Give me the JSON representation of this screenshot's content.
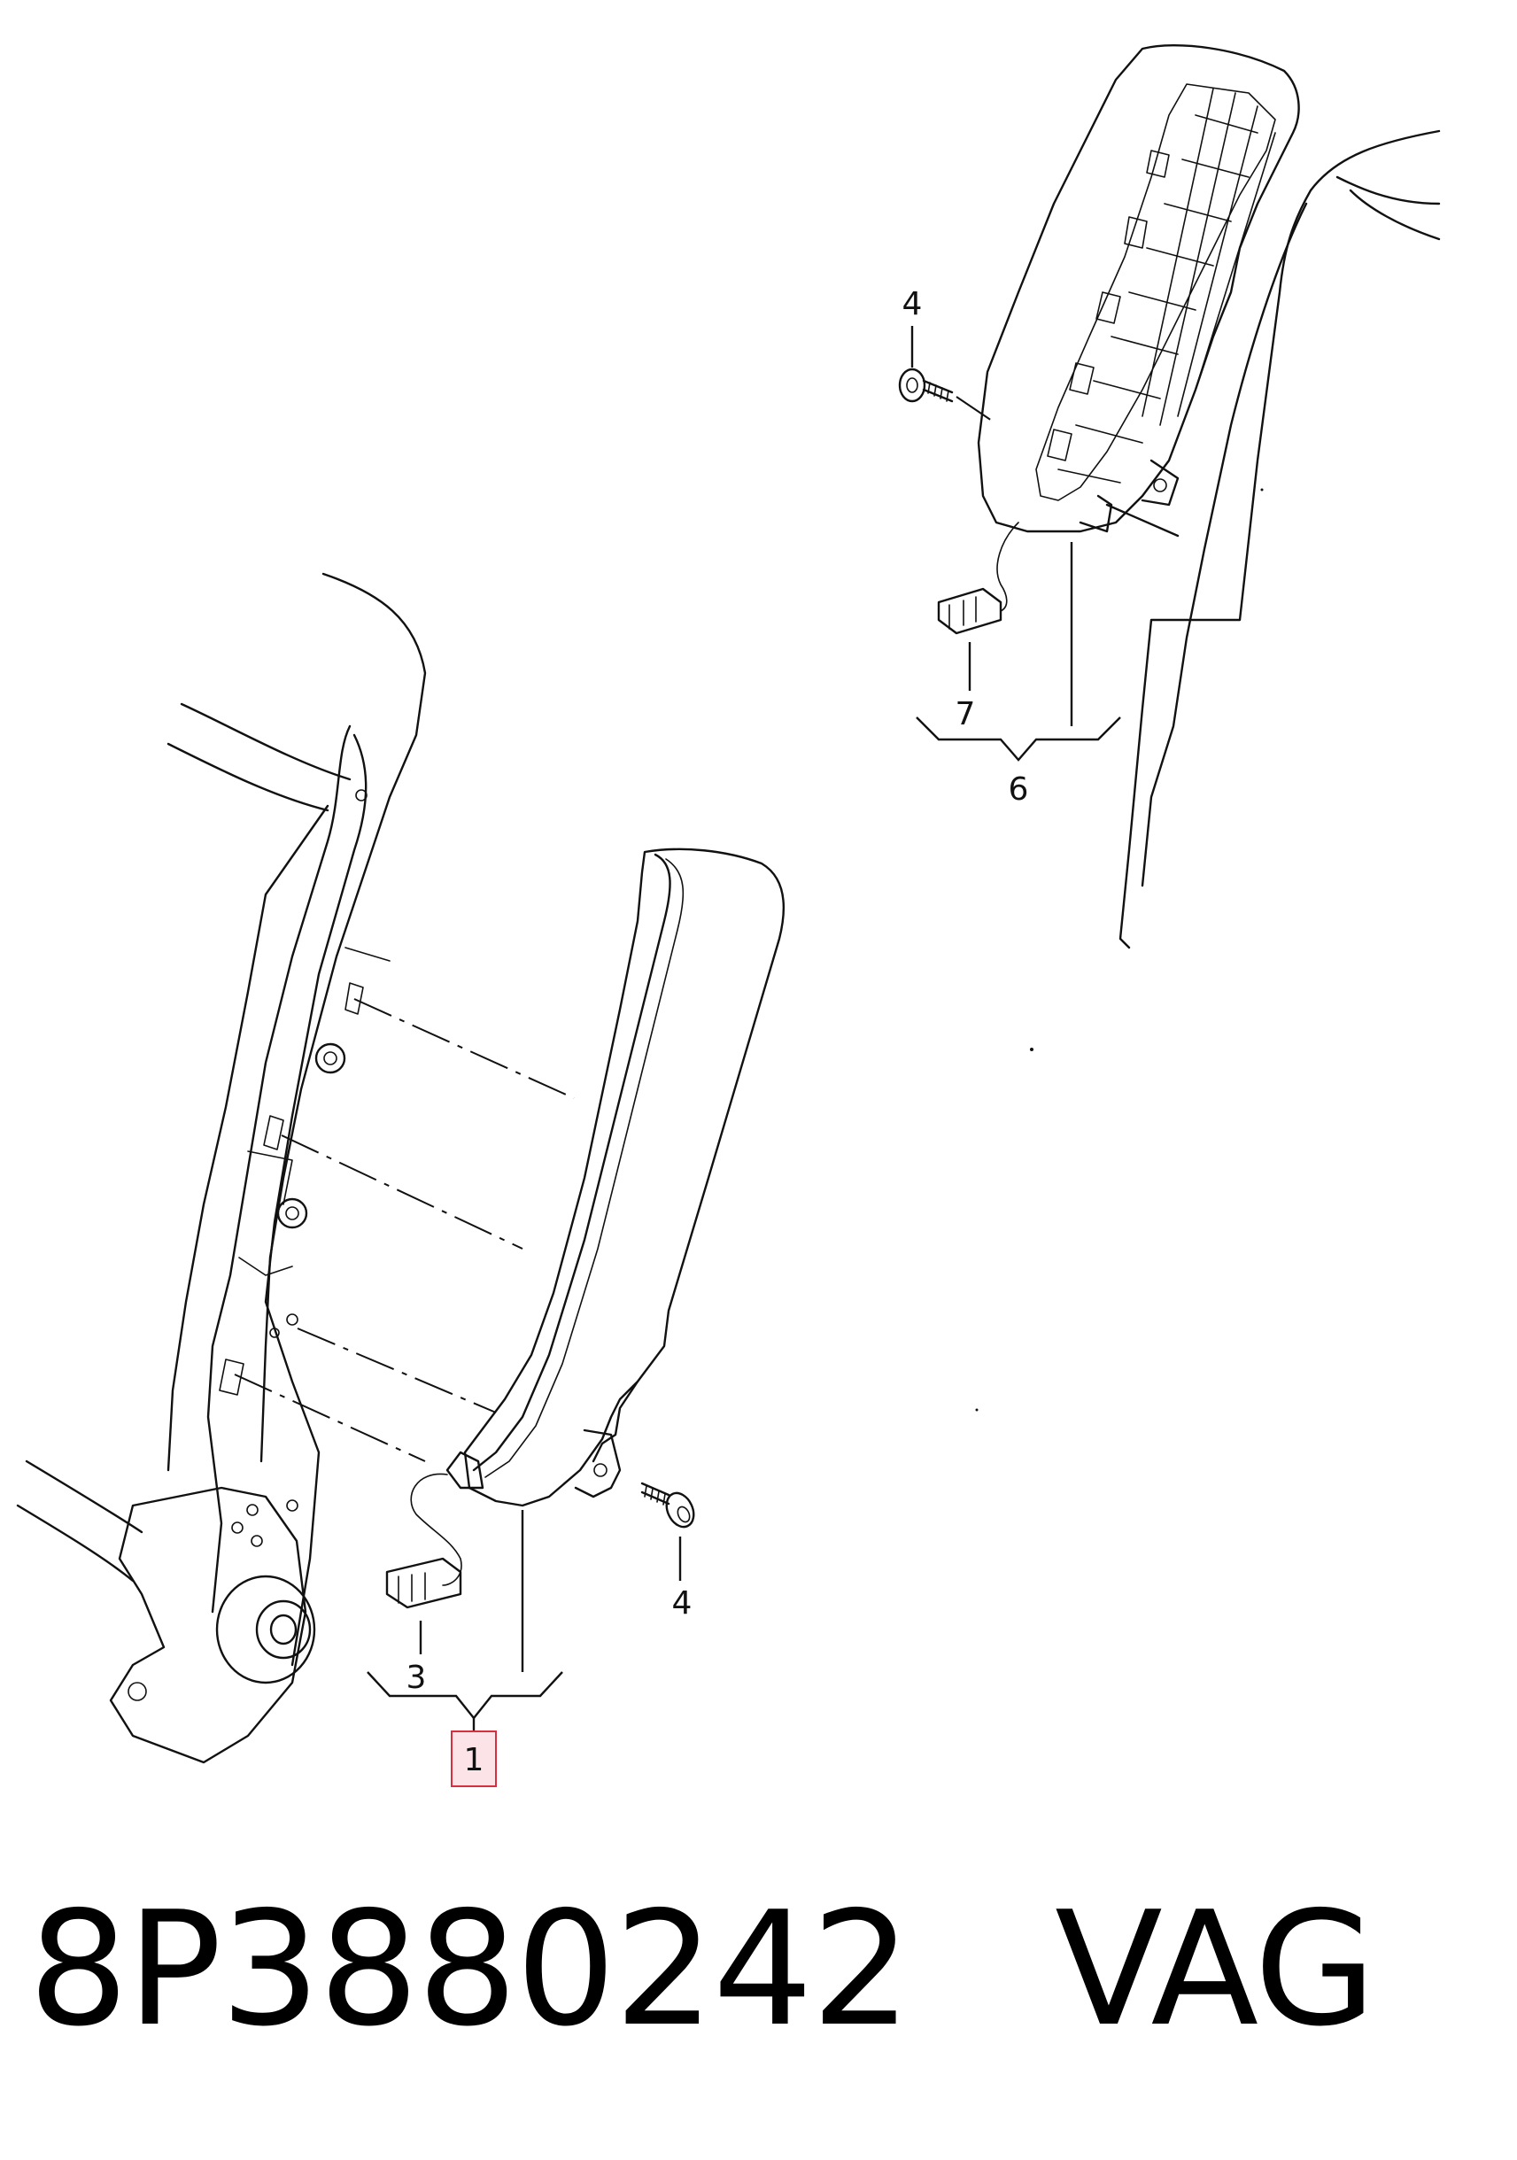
{
  "callouts": {
    "c1": "1",
    "c3": "3",
    "c4_left": "4",
    "c4_right": "4",
    "c6": "6",
    "c7": "7"
  },
  "caption": {
    "part_number": "8P3880242",
    "brand": "VAG"
  },
  "colors": {
    "highlight_fill": "#fbe3e8",
    "highlight_stroke": "#d6303f"
  }
}
